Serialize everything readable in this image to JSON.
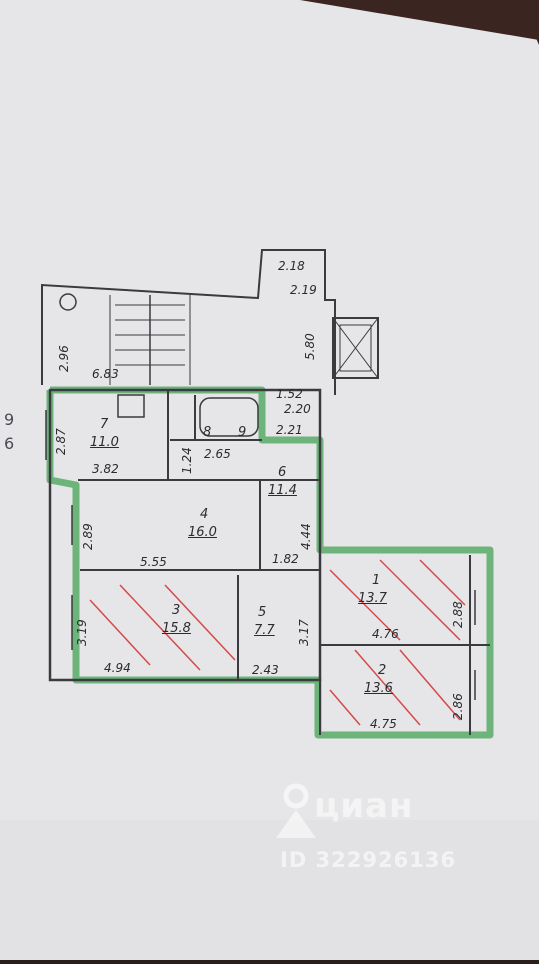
{
  "margin": {
    "left_top": "9",
    "left_bottom": "6"
  },
  "rooms": [
    {
      "num": "1",
      "area": "13.7"
    },
    {
      "num": "2",
      "area": "13.6"
    },
    {
      "num": "3",
      "area": "15.8"
    },
    {
      "num": "4",
      "area": "16.0"
    },
    {
      "num": "5",
      "area": "7.7"
    },
    {
      "num": "6",
      "area": "11.4"
    },
    {
      "num": "7",
      "area": "11.0"
    },
    {
      "num": "8",
      "area": ""
    },
    {
      "num": "9",
      "area": ""
    }
  ],
  "dimensions": {
    "stair_width": "6.83",
    "stair_height": "2.96",
    "shaft_top_a": "2.18",
    "shaft_top_b": "2.19",
    "shaft_side": "5.80",
    "shaft_bottom_a": "1.52",
    "shaft_bottom_b": "2.20",
    "corridor_a": "2.21",
    "kitchen_width": "3.82",
    "kitchen_height": "2.87",
    "bath_width": "2.65",
    "bath_height": "1.24",
    "room4_width": "5.55",
    "room4_height": "2.89",
    "hall_height": "4.44",
    "hall_width": "1.82",
    "room3_width": "4.94",
    "room3_height": "3.19",
    "room5_width": "2.43",
    "room5_height": "3.17",
    "room1_width": "4.76",
    "room1_height": "2.88",
    "room2_width": "4.75",
    "room2_height": "2.86"
  },
  "watermark": {
    "brand": "циан",
    "id": "ID 322926136"
  },
  "colors": {
    "paper": "#e9e9ea",
    "wall": "#3a3a3f",
    "highlight": "#5fae6f",
    "hatch": "#d44a4a",
    "background": "#2a1e1a"
  }
}
